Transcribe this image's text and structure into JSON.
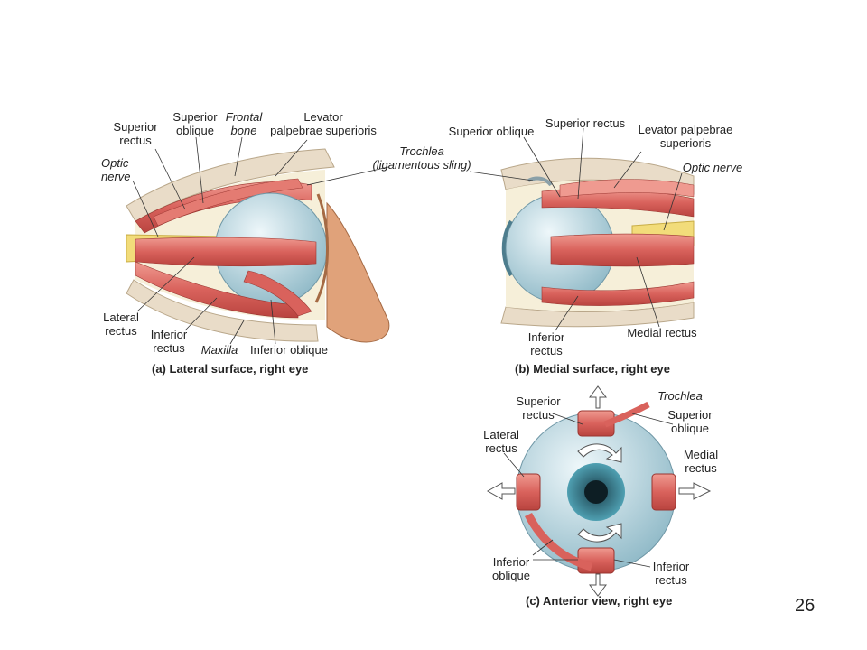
{
  "page_number": "26",
  "panel_a": {
    "caption": "(a) Lateral surface, right eye",
    "labels": {
      "superior_rectus": [
        "Superior",
        "rectus"
      ],
      "superior_oblique": [
        "Superior",
        "oblique"
      ],
      "frontal_bone": [
        "Frontal",
        "bone"
      ],
      "levator": [
        "Levator",
        "palpebrae superioris"
      ],
      "trochlea": [
        "Trochlea",
        "(ligamentous sling)"
      ],
      "optic_nerve": [
        "Optic",
        "nerve"
      ],
      "lateral_rectus": [
        "Lateral",
        "rectus"
      ],
      "inferior_rectus": [
        "Inferior",
        "rectus"
      ],
      "maxilla": "Maxilla",
      "inferior_oblique": "Inferior oblique"
    }
  },
  "panel_b": {
    "caption": "(b) Medial surface, right eye",
    "labels": {
      "superior_oblique": "Superior oblique",
      "superior_rectus": "Superior rectus",
      "levator": [
        "Levator palpebrae",
        "superioris"
      ],
      "optic_nerve": "Optic nerve",
      "inferior_rectus": [
        "Inferior",
        "rectus"
      ],
      "medial_rectus": "Medial rectus"
    }
  },
  "panel_c": {
    "caption": "(c) Anterior view, right eye",
    "labels": {
      "superior_rectus": [
        "Superior",
        "rectus"
      ],
      "trochlea": "Trochlea",
      "superior_oblique": [
        "Superior",
        "oblique"
      ],
      "lateral_rectus": [
        "Lateral",
        "rectus"
      ],
      "medial_rectus": [
        "Medial",
        "rectus"
      ],
      "inferior_oblique": [
        "Inferior",
        "oblique"
      ],
      "inferior_rectus": [
        "Inferior",
        "rectus"
      ]
    }
  },
  "colors": {
    "muscle": "#d9625c",
    "muscle_light": "#ef9a90",
    "bone": "#e9dcc8",
    "eyeball": "#c9e3ec",
    "skin": "#e0a27a",
    "nerve": "#f2dc7a",
    "iris": "#3f8fa3"
  }
}
